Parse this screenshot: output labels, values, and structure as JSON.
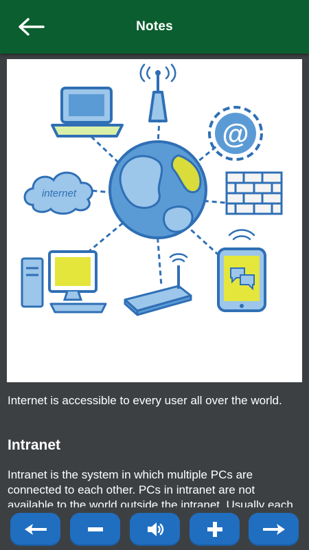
{
  "header": {
    "title": "Notes"
  },
  "illustration": {
    "cloud_label": "internet",
    "email_symbol": "@"
  },
  "content": {
    "paragraph_internet": "Internet is accessible to every user all over the world.",
    "heading_intranet": "Intranet",
    "paragraph_intranet": "Intranet is the system in which multiple PCs are connected to each other. PCs in intranet are not available to the world outside the intranet. Usually each organization has its own Intranet network and members/employees of that organization can access the computers in their intranet."
  },
  "bottom_bar": {
    "buttons": [
      {
        "icon": "previous-arrow-icon"
      },
      {
        "icon": "zoom-out-minus-icon"
      },
      {
        "icon": "speaker-icon"
      },
      {
        "icon": "zoom-in-plus-icon"
      },
      {
        "icon": "next-arrow-icon"
      }
    ]
  },
  "colors": {
    "app_bar": "#0b5e2f",
    "background": "#3d4043",
    "button": "#1f6ec0",
    "text": "#ffffff"
  }
}
